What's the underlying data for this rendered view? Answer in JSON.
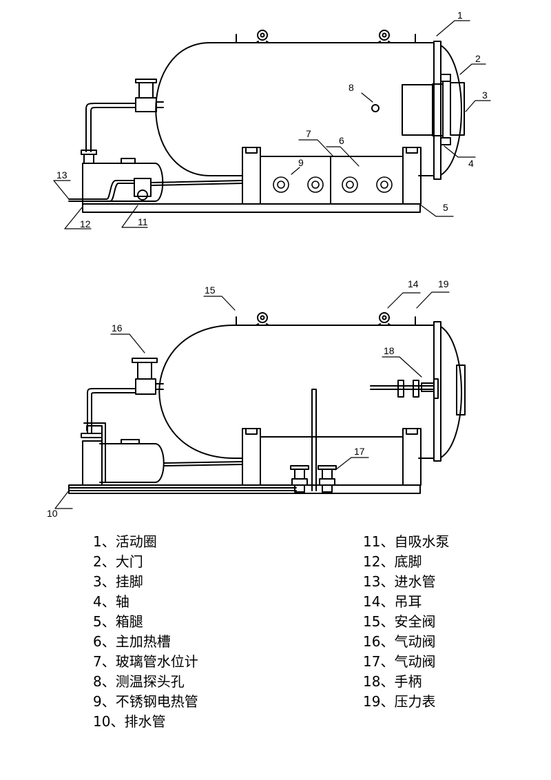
{
  "figure": {
    "labels": {
      "door_ring": "1",
      "door": "2",
      "hanging_foot": "3",
      "shaft": "4",
      "box_leg": "5",
      "main_heating_tank": "6",
      "glass_level_gauge": "7",
      "temp_probe_hole": "8",
      "heating_tube": "9",
      "drain_pipe": "10",
      "pump": "11",
      "base_foot": "12",
      "inlet_pipe": "13",
      "lifting_lug": "14",
      "safety_valve": "15",
      "pneumatic_valve_16": "16",
      "pneumatic_valve_17": "17",
      "handle": "18",
      "pressure_gauge": "19"
    }
  },
  "legend": {
    "left": [
      "1、活动圈",
      "2、大门",
      "3、挂脚",
      "4、轴",
      "5、箱腿",
      "6、主加热槽",
      "7、玻璃管水位计",
      "8、测温探头孔",
      "9、不锈钢电热管",
      "10、排水管"
    ],
    "right": [
      "11、自吸水泵",
      "12、底脚",
      "13、进水管",
      "14、吊耳",
      "15、安全阀",
      "16、气动阀",
      "17、气动阀",
      "18、手柄",
      "19、压力表"
    ]
  }
}
